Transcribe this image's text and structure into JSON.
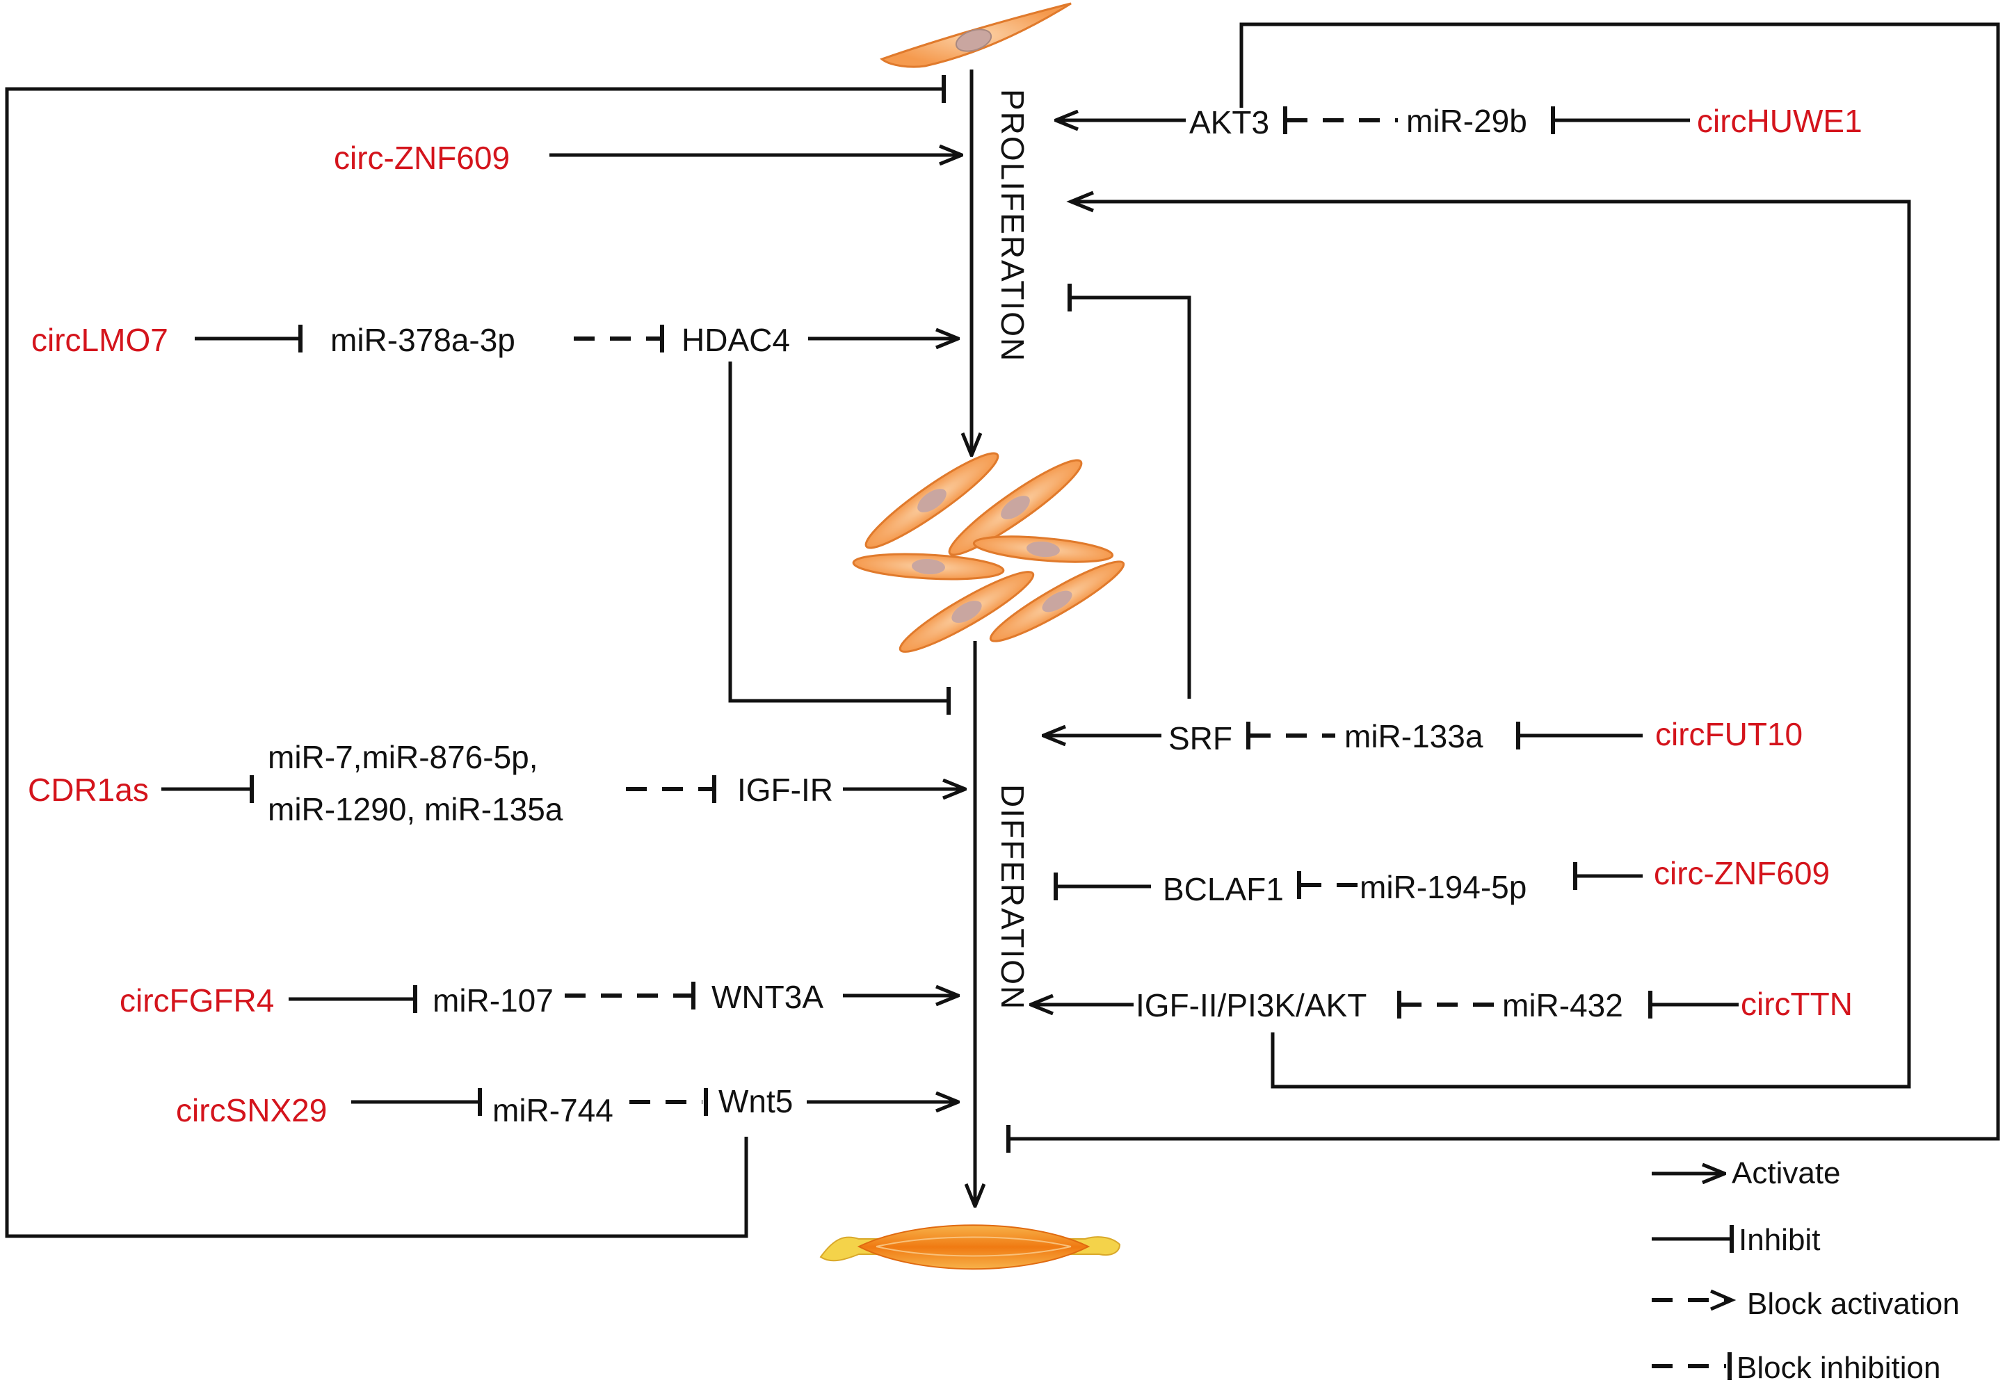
{
  "stages": {
    "proliferation": "PROLIFERATION",
    "differation": "DIFFERATION"
  },
  "pathways": {
    "p1": {
      "circ": "circ-ZNF609"
    },
    "p2": {
      "circ": "circLMO7",
      "mirna": "miR-378a-3p",
      "target": "HDAC4"
    },
    "p3": {
      "circ": "CDR1as",
      "mirna_line1": "miR-7,miR-876-5p,",
      "mirna_line2": "miR-1290, miR-135a",
      "target": "IGF-IR"
    },
    "p4": {
      "circ": "circFGFR4",
      "mirna": "miR-107",
      "target": "WNT3A"
    },
    "p5": {
      "circ": "circSNX29",
      "mirna": "miR-744",
      "target": "Wnt5"
    },
    "p6": {
      "circ": "circHUWE1",
      "mirna": "miR-29b",
      "target": "AKT3"
    },
    "p7": {
      "circ": "circFUT10",
      "mirna": "miR-133a",
      "target": "SRF"
    },
    "p8": {
      "circ": "circ-ZNF609",
      "mirna": "miR-194-5p",
      "target": "BCLAF1"
    },
    "p9": {
      "circ": "circTTN",
      "mirna": "miR-432",
      "target": "IGF-II/PI3K/AKT"
    }
  },
  "legend": {
    "activate": "Activate",
    "inhibit": "Inhibit",
    "block_activation": "Block activation",
    "block_inhibition": "Block inhibition"
  },
  "colors": {
    "circ_text": "#d4141c",
    "cell_fill": "#f6a15a",
    "cell_stroke": "#e07a2c",
    "nucleus": "#c9a6a0",
    "muscle_fill": "#f5891f",
    "muscle_tip": "#f4d34a"
  }
}
